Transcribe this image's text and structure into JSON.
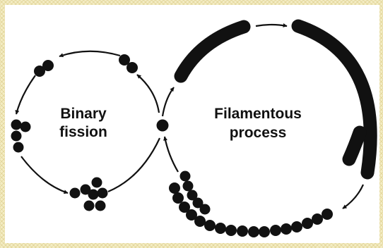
{
  "binary_fission": {
    "line1": "Binary",
    "line2": "fission"
  },
  "filamentous_process": {
    "line1": "Filamentous",
    "line2": "process"
  },
  "colors": {
    "background_frame": "#f3ecc4",
    "ink": "#111111",
    "panel": "#ffffff"
  }
}
